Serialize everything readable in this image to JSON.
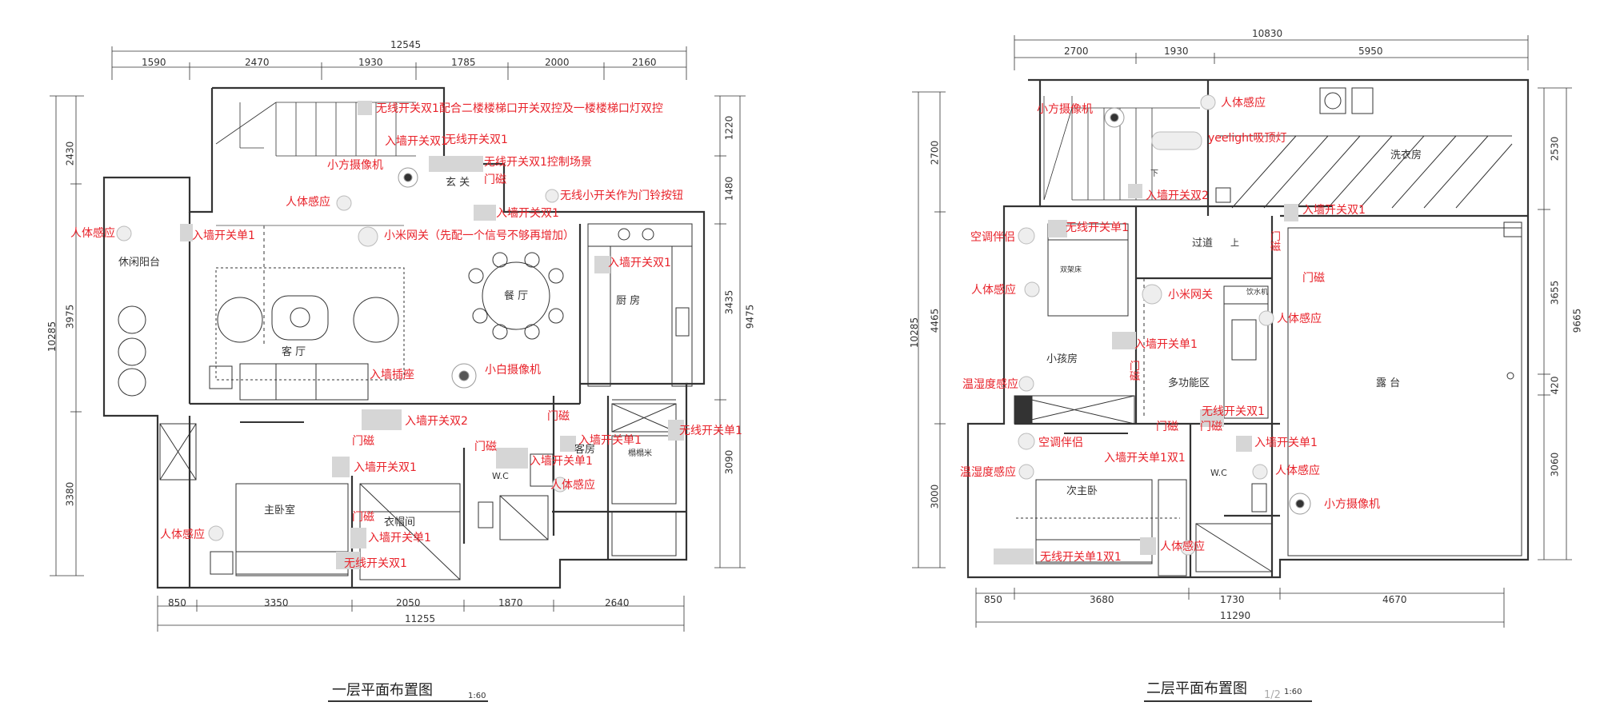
{
  "colors": {
    "annotation": "#e8222a",
    "linework": "#333333",
    "background": "#ffffff"
  },
  "floor1": {
    "title": "一层平面布置图",
    "scale": "1:60",
    "dims_top_total": "12545",
    "dims_top": [
      "1590",
      "2470",
      "1930",
      "1785",
      "2000",
      "2160"
    ],
    "dims_bottom": [
      "850",
      "3350",
      "2050",
      "1870",
      "2640"
    ],
    "dims_bottom_total": "11255",
    "dims_left_total": "10285",
    "dims_left": [
      "2430",
      "3975",
      "3380"
    ],
    "dims_right": [
      "1220",
      "1480",
      "3435",
      "3090"
    ],
    "dims_right_total": "9475",
    "rooms": {
      "leisure_balcony": "休闲阳台",
      "foyer": "玄 关",
      "living": "客 厅",
      "dining": "餐 厅",
      "kitchen": "厨 房",
      "master_bedroom": "主卧室",
      "cloakroom": "衣帽间",
      "wc": "W.C",
      "guest_room": "客房",
      "tatami": "榻榻米"
    },
    "labels": {
      "a1": "无线开关双1配合二楼楼梯口开关双控及一楼楼梯口灯双控",
      "a2": "入墙开关双1",
      "a3": "无线开关双1",
      "a4": "无线开关双1控制场景",
      "a5": "小方摄像机",
      "a6": "门磁",
      "a7": "人体感应",
      "a8": "无线小开关作为门铃按钮",
      "a9": "入墙开关双1",
      "a10": "人体感应",
      "a11": "入墙开关单1",
      "a12": "小米网关（先配一个信号不够再增加）",
      "a13": "入墙开关双1",
      "a14": "入墙插座",
      "a15": "小白摄像机",
      "a16": "入墙开关双2",
      "a17": "门磁",
      "a18": "门磁",
      "a19": "门磁",
      "a20": "入墙开关单1",
      "a21": "无线开关单1",
      "a22": "入墙开关双1",
      "a23": "入墙开关单1",
      "a24": "人体感应",
      "a25": "门磁",
      "a26": "人体感应",
      "a27": "入墙开关单1",
      "a28": "无线开关双1"
    }
  },
  "floor2": {
    "title": "二层平面布置图",
    "scale": "1:60",
    "page": "1/2",
    "dims_top_total": "10830",
    "dims_top": [
      "2700",
      "1930",
      "5950"
    ],
    "dims_bottom": [
      "850",
      "3680",
      "1730",
      "4670"
    ],
    "dims_bottom_total": "11290",
    "dims_left_total": "10285",
    "dims_left": [
      "2700",
      "4465",
      "3000"
    ],
    "dims_right": [
      "2530",
      "3655",
      "420",
      "3060"
    ],
    "dims_right_total": "9665",
    "rooms": {
      "laundry": "洗衣房",
      "corridor": "过道",
      "up": "上",
      "down": "下",
      "kids_room": "小孩房",
      "multi": "多功能区",
      "terrace": "露 台",
      "second_bedroom": "次主卧",
      "wc": "W.C",
      "bunk_bed": "双架床",
      "water_dispenser": "饮水机"
    },
    "labels": {
      "b1": "小方摄像机",
      "b2": "人体感应",
      "b3": "yeelight吸顶灯",
      "b4": "入墙开关双2",
      "b5": "入墙开关双1",
      "b6": "空调伴侣",
      "b7": "无线开关单1",
      "b8": "门磁",
      "b9": "人体感应",
      "b10": "小米网关",
      "b11": "门磁",
      "b12": "人体感应",
      "b13": "入墙开关单1",
      "b14": "门磁",
      "b15": "温湿度感应",
      "b16": "无线开关双1",
      "b17": "门磁",
      "b18": "门磁",
      "b19": "空调伴侣",
      "b20": "入墙开关单1双1",
      "b21": "入墙开关单1",
      "b22": "温湿度感应",
      "b23": "人体感应",
      "b24": "小方摄像机",
      "b25": "无线开关单1双1",
      "b26": "人体感应"
    }
  }
}
